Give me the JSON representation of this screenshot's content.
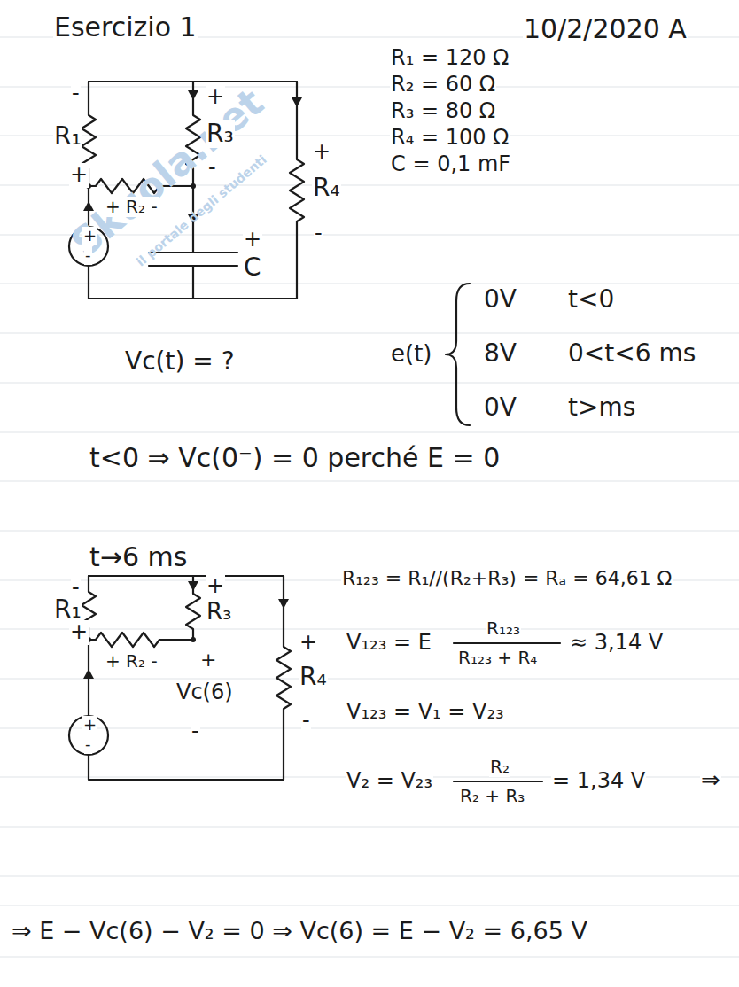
{
  "diagram": {
    "title": "Esercizio 1",
    "labels": [
      "10/2/2020 A",
      "Skuola.net",
      "il portale degli studenti",
      "-",
      "R₁",
      "+",
      "+",
      "R₃",
      "-",
      "+",
      "R₄",
      "-",
      "+ R₂ -",
      "+",
      "-",
      "+",
      "C",
      "R₁ = 120 Ω",
      "R₂ = 60 Ω",
      "R₃ = 80 Ω",
      "R₄ = 100 Ω",
      "C = 0,1 mF",
      "Vc(t) = ?",
      "e(t)",
      "0V",
      "t<0",
      "8V",
      "0<t<6 ms",
      "0V",
      "t>ms",
      "t<0 ⇒ Vc(0⁻) = 0 perché E = 0",
      "t→6 ms",
      "-",
      "R₁",
      "+",
      "+",
      "R₃",
      "+",
      "R₄",
      "-",
      "+ R₂ -",
      "+",
      "-",
      "+",
      "Vc(6)",
      "-",
      "R₁₂₃ = R₁//(R₂+R₃) = Rₐ = 64,61 Ω",
      "V₁₂₃ = E",
      "R₁₂₃",
      "R₁₂₃ + R₄",
      "≈ 3,14 V",
      "V₁₂₃ = V₁ = V₂₃",
      "V₂ = V₂₃",
      "R₂",
      "R₂ + R₃",
      "= 1,34 V",
      "⇒",
      "⇒ E − Vc(6) − V₂ = 0 ⇒ Vc(6) = E − V₂ = 6,65 V"
    ]
  }
}
